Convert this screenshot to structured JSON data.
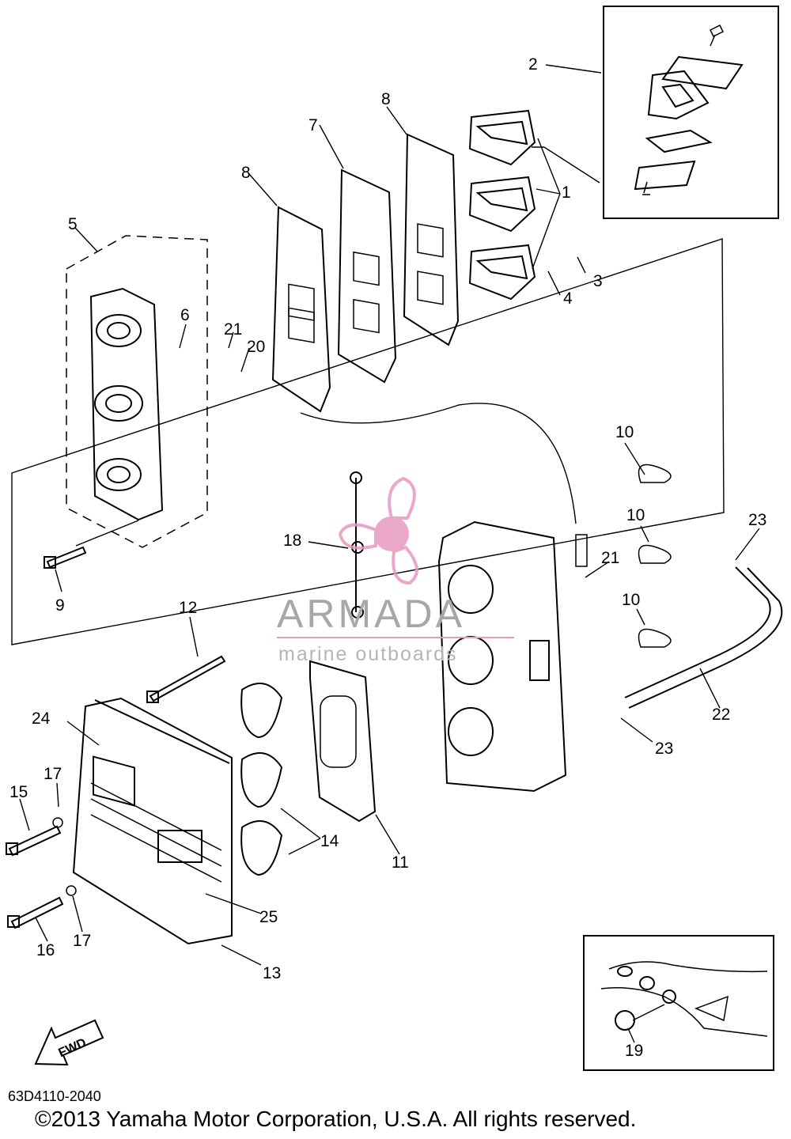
{
  "diagram": {
    "code": "63D4110-2040",
    "copyright": "©2013 Yamaha Motor Corporation, U.S.A. All rights reserved.",
    "fwd_label": "FWD",
    "watermark": {
      "brand": "ARMADA",
      "tagline": "marine outboards",
      "accent": "#e79ac0"
    },
    "callouts": [
      "1",
      "2",
      "3",
      "4",
      "5",
      "6",
      "7",
      "8",
      "8",
      "9",
      "10",
      "10",
      "10",
      "11",
      "12",
      "13",
      "14",
      "15",
      "16",
      "17",
      "17",
      "18",
      "19",
      "20",
      "21",
      "21",
      "22",
      "23",
      "23",
      "24",
      "25"
    ]
  }
}
